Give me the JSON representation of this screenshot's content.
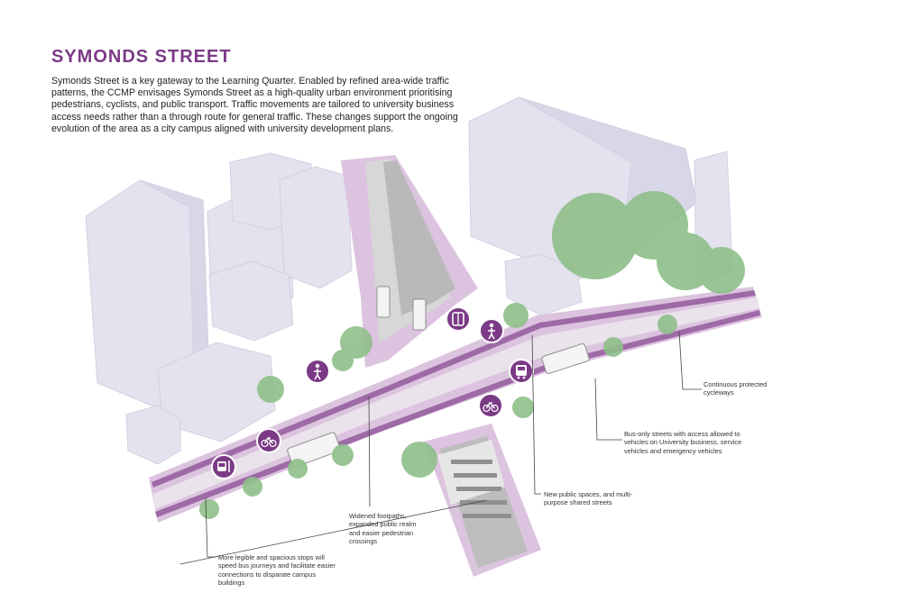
{
  "title": "SYMONDS STREET",
  "intro": "Symonds Street is a key gateway to the Learning Quarter. Enabled by refined area-wide traffic patterns, the CCMP envisages Symonds Street as a high-quality urban environment prioritising pedestrians, cyclists, and public transport. Traffic movements are tailored to university business access needs rather than a through route for general traffic. These changes support the ongoing evolution of the area as a city campus aligned with university development plans.",
  "colors": {
    "accent": "#7b3a86",
    "street_surface": "#dcc3df",
    "cycleway": "#9d6aa6",
    "buildings": "#e3e2ee",
    "trees": "#8fbf8a",
    "roadway": "#bdbdbd"
  },
  "icons": {
    "pedestrian_1": "pedestrian-icon",
    "pedestrian_2": "pedestrian-icon",
    "bus_stop": "bus-stop-icon",
    "bus": "bus-icon",
    "bicycle_1": "bicycle-icon",
    "bicycle_2": "bicycle-icon",
    "bus_front": "bus-front-icon"
  },
  "callouts": {
    "cycleways": {
      "line1": "Continuous protected",
      "line2": "cycleways"
    },
    "bus_only": {
      "line1": "Bus-only streets with access allowed to",
      "line2": "vehicles on University business, service",
      "line3": "vehicles and emergency vehicles"
    },
    "public_spaces": {
      "line1": "New public spaces, and multi-",
      "line2": "purpose shared streets"
    },
    "footpaths": {
      "line1": "Widened footpaths,",
      "line2": "expanded public realm",
      "line3": "and easier pedestrian",
      "line4": "crossings"
    },
    "bus_stops": {
      "line1": "More legible and spacious stops will",
      "line2": "speed bus journeys and facilitate easier",
      "line3": "connections to disparate campus",
      "line4": "buildings"
    }
  }
}
